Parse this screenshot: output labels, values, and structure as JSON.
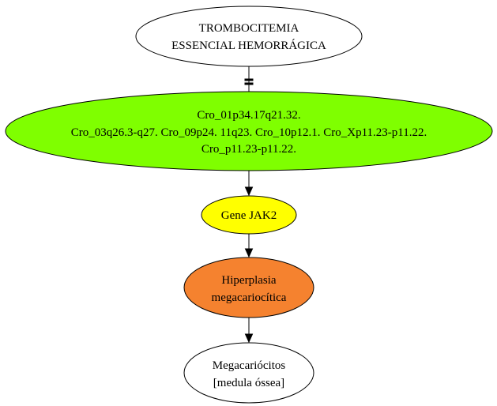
{
  "nodes": [
    {
      "id": "root",
      "lines": [
        "TROMBOCITEMIA",
        "ESSENCIAL HEMORRÁGICA"
      ],
      "fill": "#ffffff"
    },
    {
      "id": "chromosomes",
      "lines": [
        "Cro_01p34.17q21.32.",
        "Cro_03q26.3-q27. Cro_09p24. 11q23. Cro_10p12.1. Cro_Xp11.23-p11.22.",
        "Cro_p11.23-p11.22."
      ],
      "fill": "#7fff00"
    },
    {
      "id": "gene",
      "lines": [
        "Gene JAK2"
      ],
      "fill": "#ffff00"
    },
    {
      "id": "hyperplasia",
      "lines": [
        "Hiperplasia",
        "megacariocítica"
      ],
      "fill": "#f5822f"
    },
    {
      "id": "megakaryocytes",
      "lines": [
        "Megacariócitos",
        "[medula óssea]"
      ],
      "fill": "#ffffff"
    }
  ],
  "edges": [
    {
      "from": "root",
      "to": "chromosomes",
      "head": "tee"
    },
    {
      "from": "chromosomes",
      "to": "gene",
      "head": "arrow"
    },
    {
      "from": "gene",
      "to": "hyperplasia",
      "head": "arrow"
    },
    {
      "from": "hyperplasia",
      "to": "megakaryocytes",
      "head": "arrow"
    }
  ]
}
